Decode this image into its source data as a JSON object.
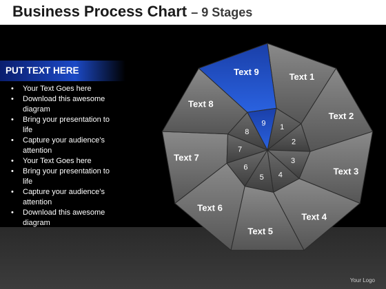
{
  "header": {
    "title": "Business Process Chart",
    "subtitle": "– 9 Stages"
  },
  "sidebar": {
    "heading": "PUT TEXT HERE",
    "bullets": [
      "Your Text Goes here",
      "Download this awesome diagram",
      "Bring your presentation to life",
      "Capture your audience’s attention",
      "Your Text Goes here",
      "Bring your presentation to life",
      "Capture your audience’s attention",
      "Download this awesome diagram"
    ]
  },
  "diagram": {
    "highlight_color": "#1f51c4",
    "segment_color": "#6f6f6f",
    "segments": [
      {
        "label": "Text 1",
        "number": "1",
        "highlighted": false
      },
      {
        "label": "Text 2",
        "number": "2",
        "highlighted": false
      },
      {
        "label": "Text 3",
        "number": "3",
        "highlighted": false
      },
      {
        "label": "Text 4",
        "number": "4",
        "highlighted": false
      },
      {
        "label": "Text 5",
        "number": "5",
        "highlighted": false
      },
      {
        "label": "Text 6",
        "number": "6",
        "highlighted": false
      },
      {
        "label": "Text 7",
        "number": "7",
        "highlighted": false
      },
      {
        "label": "Text 8",
        "number": "8",
        "highlighted": false
      },
      {
        "label": "Text 9",
        "number": "9",
        "highlighted": true
      }
    ]
  },
  "footer": {
    "logo_text": "Your Logo"
  }
}
